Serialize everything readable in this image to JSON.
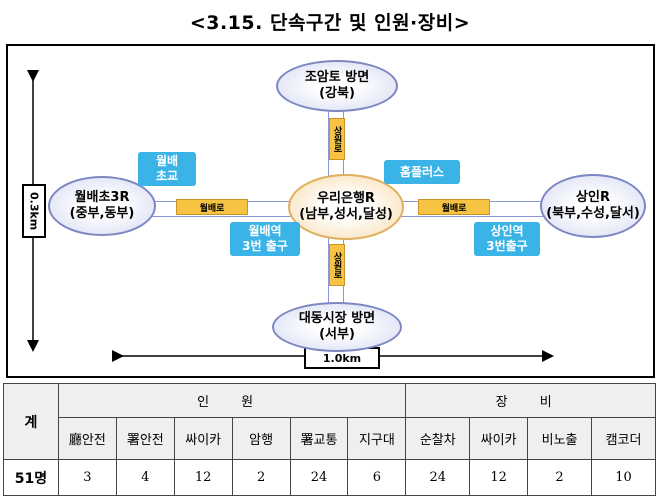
{
  "title": "<3.15. 단속구간 및 인원·장비>",
  "map": {
    "vertical_scale": "0.3km",
    "horizontal_scale": "1.0km",
    "nodes": {
      "north": {
        "line1": "조암토 방면",
        "line2": "(강북)"
      },
      "west": {
        "line1": "월배초3R",
        "line2": "(중부,동부)"
      },
      "center": {
        "line1": "우리은행R",
        "line2": "(남부,성서,달성)"
      },
      "east": {
        "line1": "상인R",
        "line2": "(북부,수성,달서)"
      },
      "south": {
        "line1": "대동시장 방면",
        "line2": "(서부)"
      }
    },
    "roads": {
      "west": "월배로",
      "east": "월배로",
      "north": "상원로",
      "south": "상원로"
    },
    "landmarks": {
      "top_left": {
        "line1": "월배",
        "line2": "초교"
      },
      "top_right": {
        "line1": "홈플러스"
      },
      "bottom_left": {
        "line1": "월배역",
        "line2": "3번 출구"
      },
      "bottom_right": {
        "line1": "상인역",
        "line2": "3번출구"
      }
    }
  },
  "table": {
    "total_label": "계",
    "group_staff": "인 원",
    "group_equipment": "장 비",
    "columns": [
      "廳안전",
      "署안전",
      "싸이카",
      "암행",
      "署교통",
      "지구대",
      "순찰차",
      "싸이카",
      "비노출",
      "캠코더"
    ],
    "total_value": "51명",
    "values": [
      "3",
      "4",
      "12",
      "2",
      "24",
      "6",
      "24",
      "12",
      "2",
      "10"
    ]
  },
  "colors": {
    "node_border": "#7d88c2",
    "center_border": "#e0b060",
    "road_label": "#f6c343",
    "badge": "#3ab3e6"
  }
}
